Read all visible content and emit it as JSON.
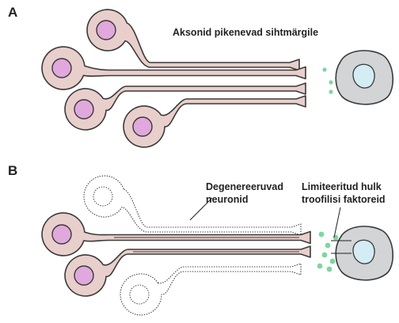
{
  "panels": [
    {
      "label": "A",
      "caption_lines": [
        "Aksonid pikenevad sihtmärgile"
      ]
    },
    {
      "label": "B",
      "degenerating_label_lines": [
        "Degenereeruvad",
        "neuronid"
      ],
      "factor_label_lines": [
        "Limiteeritud hulk",
        "troofilisi faktoreid"
      ]
    }
  ],
  "colors": {
    "soma_fill": "#e8cfcb",
    "soma_stroke": "#3a3a3a",
    "nucleus_fill": "#e0a8dd",
    "target_fill": "#d2d4d6",
    "target_nucleus_fill": "#d4ecf4",
    "trophic_factor": "#7ed6a0",
    "degenerating_fill": "#ffffff"
  }
}
